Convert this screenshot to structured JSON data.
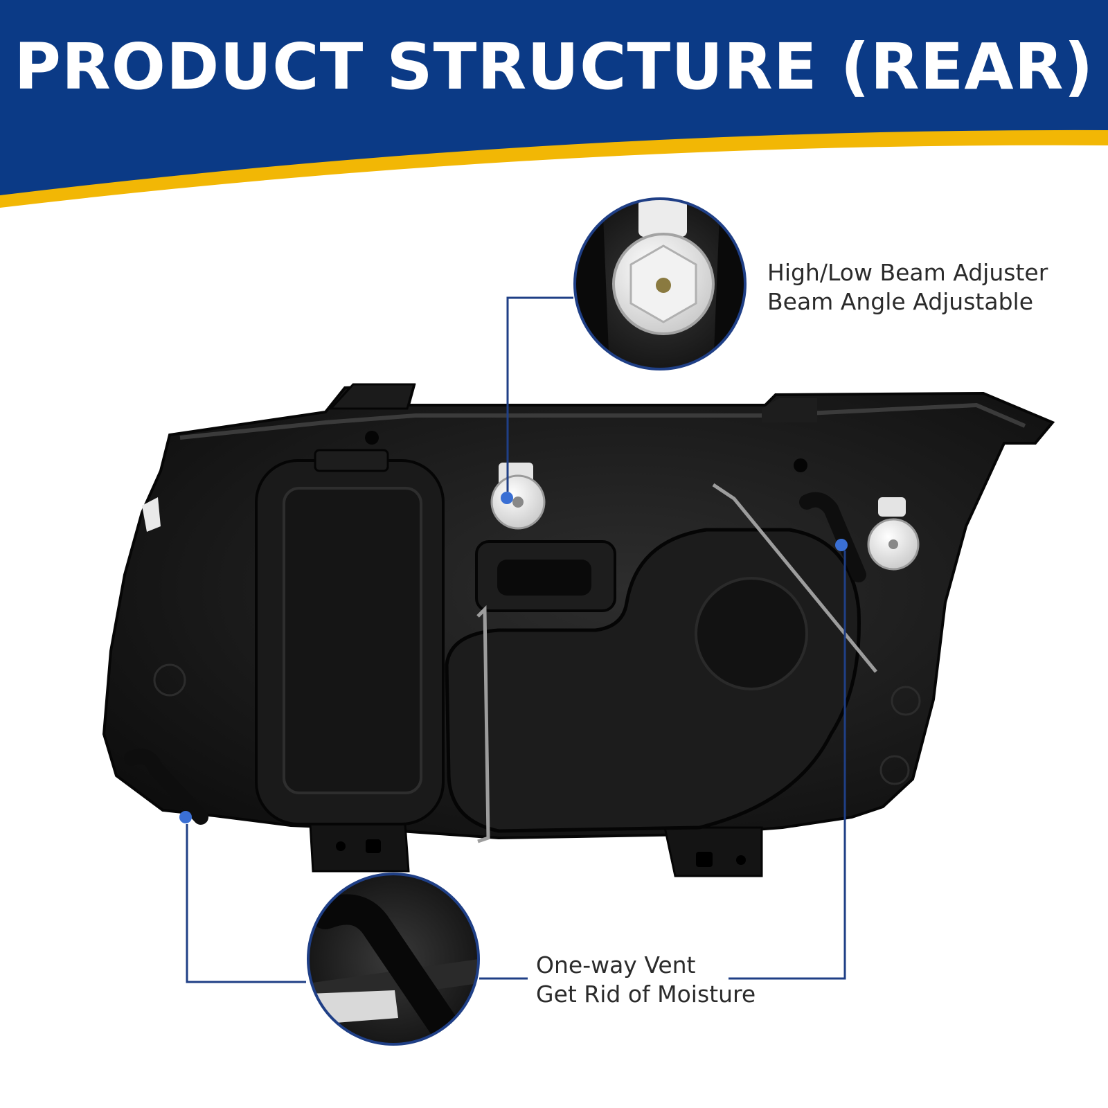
{
  "header": {
    "title": "PRODUCT STRUCTURE (REAR)"
  },
  "callouts": {
    "adjuster": {
      "line1": "High/Low Beam Adjuster",
      "line2": "Beam Angle Adjustable"
    },
    "vent": {
      "line1": "One-way Vent",
      "line2": "Get Rid of Moisture"
    }
  },
  "colors": {
    "banner_blue": "#0b3a86",
    "banner_gold": "#f2b705",
    "callout_line": "#1f3f86",
    "marker_blue": "#3a6fd4",
    "housing_black": "#161616"
  }
}
